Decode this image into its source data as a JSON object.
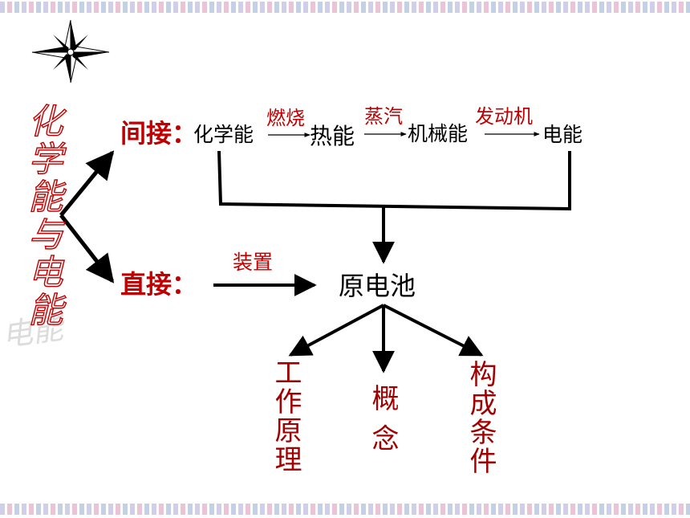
{
  "title": "化学能与电能",
  "watermark": "电能",
  "branches": {
    "indirect": "间接：",
    "direct": "直接："
  },
  "chain": [
    "化学能",
    "热能",
    "机械能",
    "电能"
  ],
  "processes": [
    "燃烧",
    "蒸汽",
    "发动机"
  ],
  "device_label": "装置",
  "center_node": "原电池",
  "outputs": [
    "工作原理",
    "概念",
    "构成条件"
  ],
  "colors": {
    "accent": "#c00000",
    "output": "#a00000",
    "line": "#000000"
  },
  "icons": [
    "compass-rose-icon"
  ]
}
